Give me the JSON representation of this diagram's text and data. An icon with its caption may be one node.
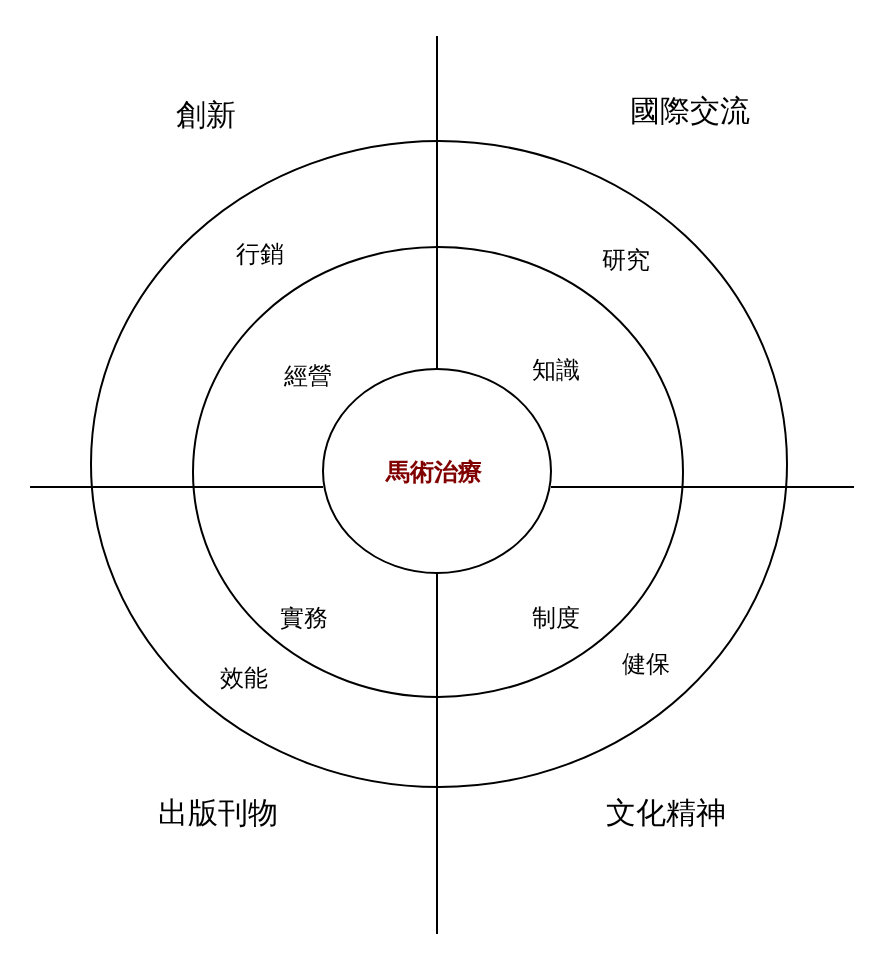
{
  "diagram": {
    "nodes": [
      {
        "text": [
          "行銷",
          "研究",
          "效能",
          "健保"
        ]
      },
      {
        "text": [
          "經營",
          "知識",
          "實務",
          "制度"
        ],
        "in": 0
      },
      {
        "text": [
          "馬術治療"
        ],
        "in": 1
      }
    ],
    "labels": [
      "創新",
      "國際交流",
      "出版刊物",
      "文化精神"
    ]
  }
}
